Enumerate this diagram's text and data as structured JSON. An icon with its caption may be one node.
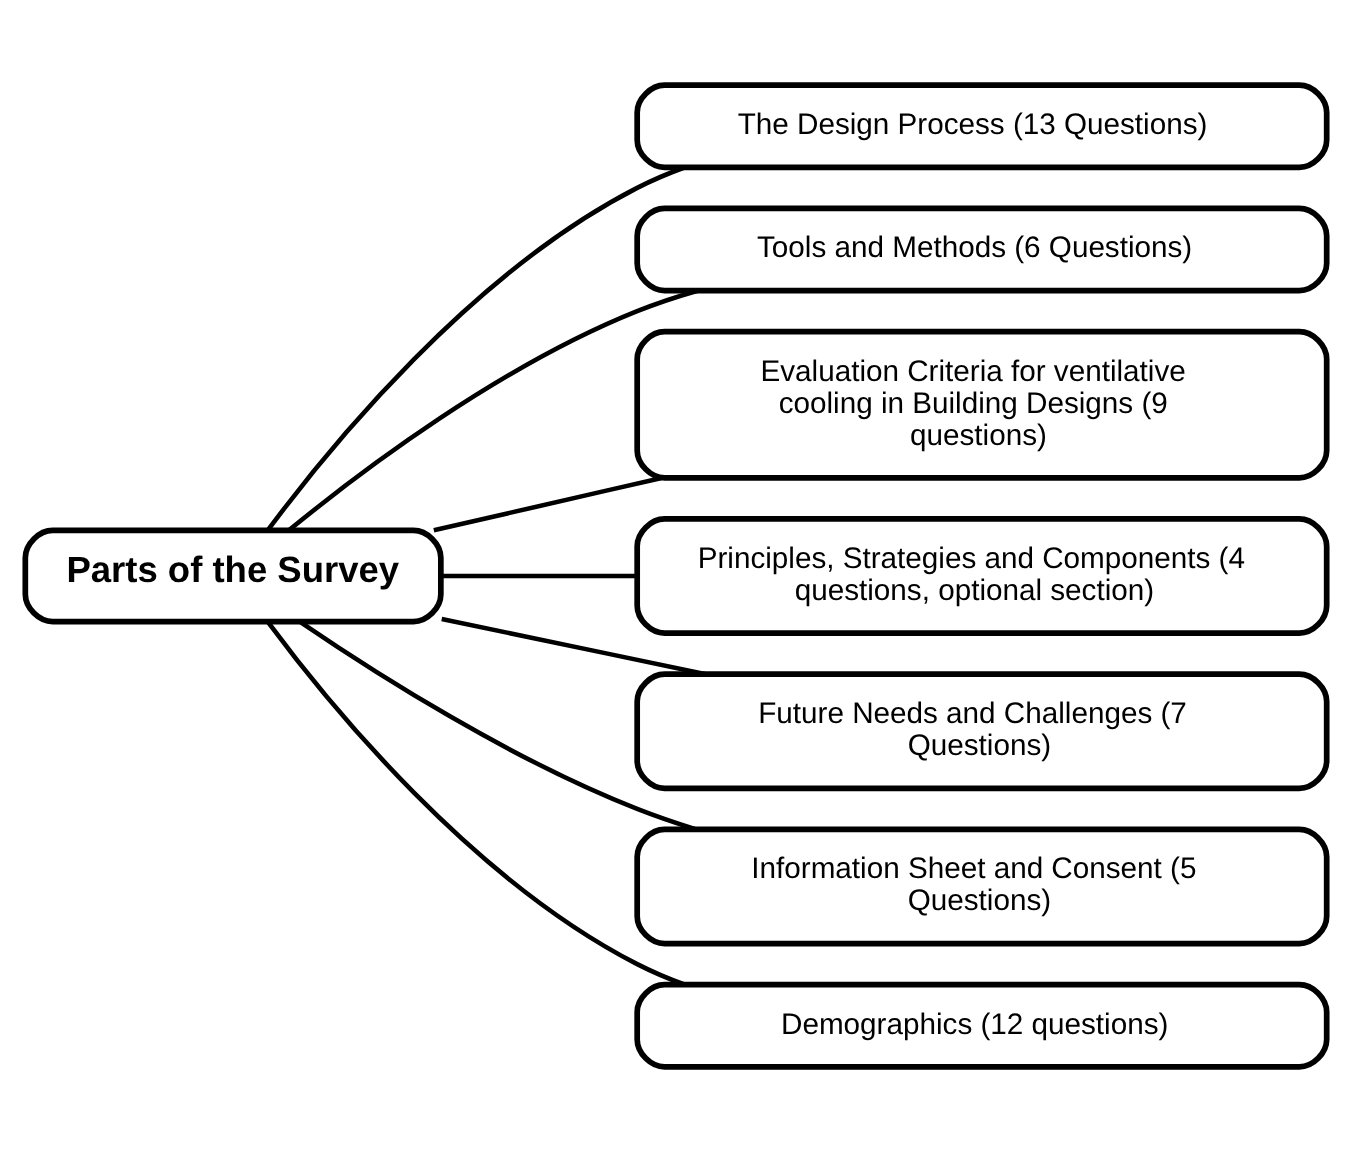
{
  "diagram": {
    "nodes": [
      {
        "text": [
          "Parts of the Survey"
        ]
      },
      {
        "text": [
          "The Design Process (13 Questions)"
        ]
      },
      {
        "text": [
          "Tools and Methods (6 Questions)"
        ]
      },
      {
        "text": [
          "Evaluation Criteria for ventilative cooling in Building Designs (9 questions)"
        ]
      },
      {
        "text": [
          "Principles, Strategies and Components (4 questions, optional section)"
        ]
      },
      {
        "text": [
          "Future Needs and Challenges (7 Questions)"
        ]
      },
      {
        "text": [
          "Information Sheet and Consent (5 Questions)"
        ]
      },
      {
        "text": [
          "Demographics (12 questions)"
        ]
      }
    ],
    "edges": [
      {
        "from": 0,
        "to": 1,
        "arrow": "none"
      },
      {
        "from": 0,
        "to": 2,
        "arrow": "none"
      },
      {
        "from": 0,
        "to": 3,
        "arrow": "none"
      },
      {
        "from": 0,
        "to": 4,
        "arrow": "none"
      },
      {
        "from": 0,
        "to": 5,
        "arrow": "none"
      },
      {
        "from": 0,
        "to": 6,
        "arrow": "none"
      },
      {
        "from": 0,
        "to": 7,
        "arrow": "none"
      }
    ]
  }
}
